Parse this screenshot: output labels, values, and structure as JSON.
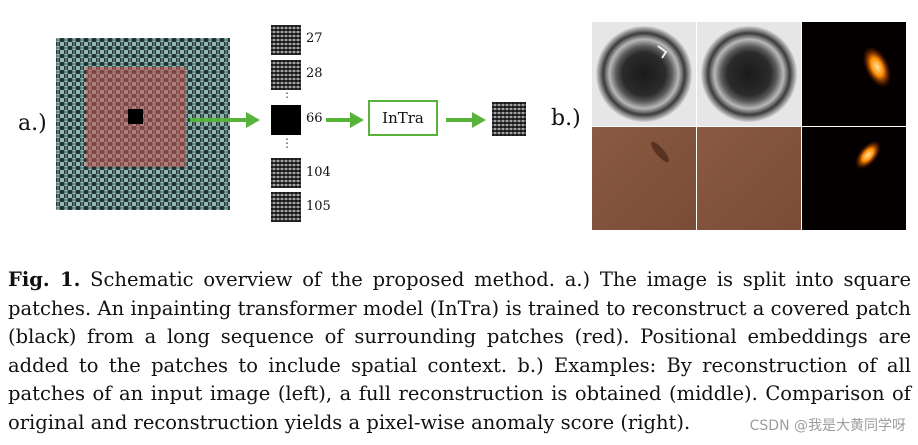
{
  "labels": {
    "panel_a": "a.)",
    "panel_b": "b.)"
  },
  "patches": [
    {
      "index": "27",
      "kind": "texture"
    },
    {
      "index": "28",
      "kind": "texture"
    },
    {
      "index": "66",
      "kind": "masked"
    },
    {
      "index": "104",
      "kind": "texture"
    },
    {
      "index": "105",
      "kind": "texture"
    }
  ],
  "ellipsis": "⋮",
  "model_box": "InTra",
  "colors": {
    "arrow": "#57b33a",
    "region": "#c85050",
    "heat": "#ff9a00"
  },
  "caption": {
    "label": "Fig. 1.",
    "text": " Schematic overview of the proposed method. a.) The image is split into square patches. An inpainting transformer model (InTra) is trained to reconstruct a covered patch (black) from a long sequence of surrounding patches (red). Positional embeddings are added to the patches to include spatial context. b.) Examples: By reconstruction of all patches of an input image (left), a full reconstruction is obtained (middle). Comparison of original and reconstruction yields a pixel-wise anomaly score (right)."
  },
  "watermark": "CSDN @我是大黄同学呀"
}
